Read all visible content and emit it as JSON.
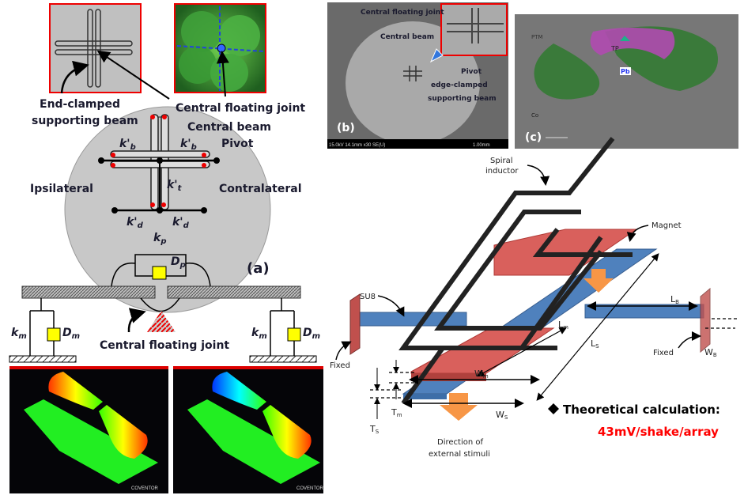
{
  "panel_a": {
    "label": "(a)",
    "callouts": {
      "end_clamped_line1": "End-clamped",
      "end_clamped_line2": "supporting beam",
      "central_floating_joint": "Central floating joint",
      "central_beam": "Central beam",
      "pivot": "Pivot",
      "ipsilateral": "Ipsilateral",
      "contralateral": "Contralateral",
      "central_floating_joint_bottom": "Central floating joint"
    },
    "symbols": {
      "kb_left": "k'",
      "kb_left_sub": "b",
      "kb_right": "k'",
      "kb_right_sub": "b",
      "kt": "k'",
      "kt_sub": "t",
      "kd_left": "k'",
      "kd_left_sub": "d",
      "kd_right": "k'",
      "kd_right_sub": "d",
      "kp": "k",
      "kp_sub": "p",
      "dp": "D",
      "dp_sub": "p",
      "km_left": "k",
      "km_left_sub": "m",
      "dm_left": "D",
      "dm_left_sub": "m",
      "km_right": "k",
      "km_right_sub": "m",
      "dm_right": "D",
      "dm_right_sub": "m"
    }
  },
  "simulations": [
    {
      "watermark": "COVENTOR",
      "state": "red-yellow gradient"
    },
    {
      "watermark": "COVENTOR",
      "state": "blue-cyan to orange gradient"
    }
  ],
  "panel_b": {
    "label": "(b)",
    "callouts": {
      "central_floating_joint": "Central floating joint",
      "central_beam": "Central beam",
      "pivot": "Pivot",
      "edge_clamped_line1": "edge-clamped",
      "edge_clamped_line2": "supporting beam"
    },
    "sem_info": "15.0kV 14.1mm x30 SE(U)",
    "scale_bar": "1.00mm"
  },
  "panel_c": {
    "label": "(c)",
    "region_labels": {
      "ptm": "PTM",
      "tp": "TP",
      "pb": "Pb",
      "co": "Co"
    }
  },
  "device": {
    "labels": {
      "spiral_line1": "Spiral",
      "spiral_line2": "inductor",
      "magnet": "Magnet",
      "su8": "SU8",
      "fixed_left": "Fixed",
      "fixed_right": "Fixed",
      "lb": "L",
      "lb_sub": "B",
      "ls": "L",
      "ls_sub": "S",
      "lm": "L",
      "lm_sub": "m",
      "wm": "W",
      "wm_sub": "m",
      "ws": "W",
      "ws_sub": "S",
      "wb": "W",
      "wb_sub": "B",
      "tm": "T",
      "tm_sub": "m",
      "ts": "T",
      "ts_sub": "S",
      "stimuli_line1": "Direction of",
      "stimuli_line2": "external stimuli"
    },
    "theory_label": "Theoretical calculation:",
    "theory_value": "43mV/shake/array",
    "colors": {
      "magnet": "#c0504d",
      "substrate": "#4f81bd",
      "arrow": "#f79646",
      "accent_red": "#ff0000"
    }
  }
}
